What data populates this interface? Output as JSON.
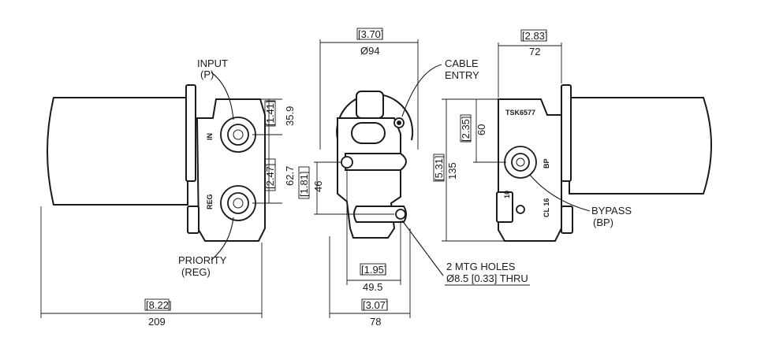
{
  "dimensions": {
    "left_width_in": "[8.22]",
    "left_width_mm": "209",
    "port_spacing_in": "[1.41]",
    "port_spacing_mm": "35.9",
    "port_height_in": "[2.47]",
    "port_height_mm": "62.7",
    "front_dia_in": "[3.70]",
    "front_dia_mm": "Ø94",
    "holes_vert_in": "[1.81]",
    "holes_vert_mm": "46",
    "holes_horiz_in": "[1.95]",
    "holes_horiz_mm": "49.5",
    "front_width_in": "[3.07]",
    "front_width_mm": "78",
    "right_width_in": "[2.83]",
    "right_width_mm": "72",
    "bypass_height_in": "[2.35]",
    "bypass_height_mm": "60",
    "right_height_in": "[5.31]",
    "right_height_mm": "135"
  },
  "callouts": {
    "input_line1": "INPUT",
    "input_line2": "(P)",
    "priority_line1": "PRIORITY",
    "priority_line2": "(REG)",
    "cable_line1": "CABLE",
    "cable_line2": "ENTRY",
    "mtg_line1": "2 MTG HOLES",
    "mtg_line2": "Ø8.5 [0.33] THRU",
    "bypass_line1": "BYPASS",
    "bypass_line2": "(BP)"
  },
  "body_marks": {
    "port_in": "IN",
    "port_reg": "REG",
    "part_code": "TSK6577",
    "bp_mark": "BP",
    "mark_10": "10",
    "mark_cl": "CL 16"
  }
}
